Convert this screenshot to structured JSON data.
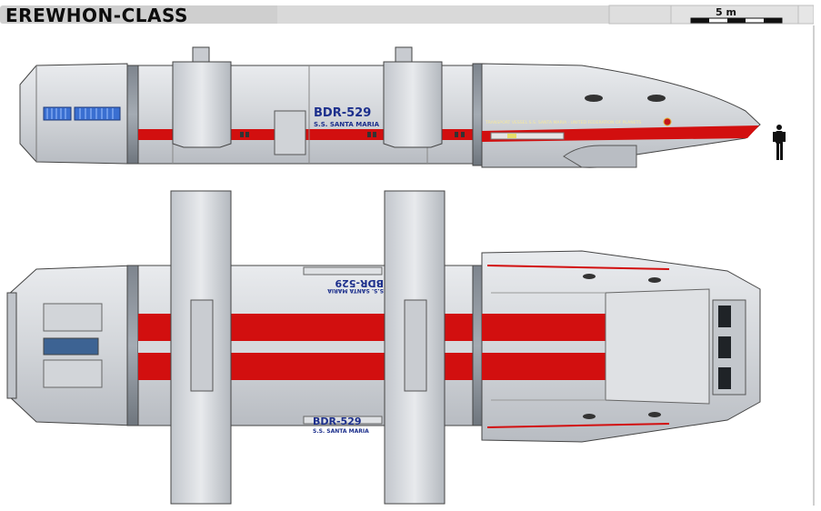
{
  "header": {
    "title": "EREWHON-CLASS",
    "scale_label": "5 m"
  },
  "side_view": {
    "registry": "BDR-529",
    "ship_name": "S.S. SANTA MARIA",
    "stripe_text": "TRANSPORT VESSEL S.S. SANTA MARIA · UNITED FEDERATION OF PLANETS"
  },
  "top_view": {
    "registry_upper_mirrored": "BDR-529",
    "ship_name_upper_mirrored": "S.S. SANTA MARIA",
    "registry_lower": "BDR-529",
    "ship_name_lower": "S.S. SANTA MARIA"
  },
  "colors": {
    "hull": "#d6d9dd",
    "hull_dark": "#9aa0a7",
    "stripe": "#d20f0f",
    "registry_blue": "#1c2f8c",
    "grille_blue": "#3a6fd1",
    "header_gray": "#c9c9c9"
  }
}
